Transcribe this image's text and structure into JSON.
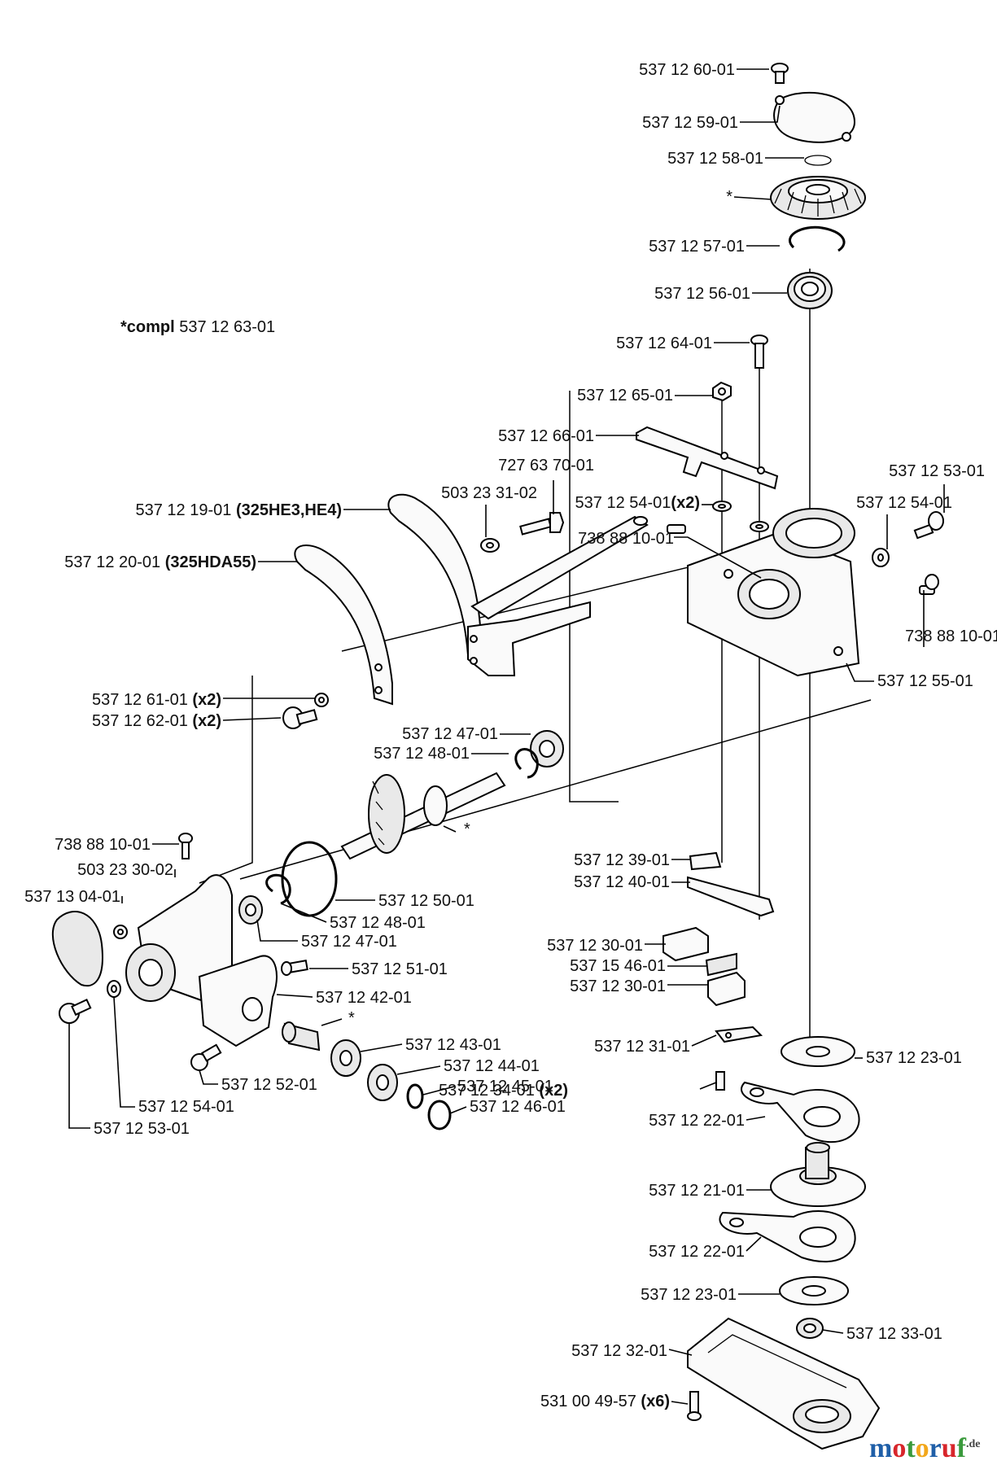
{
  "note": {
    "prefix": "*compl",
    "number": "537 12 63-01"
  },
  "labels": [
    {
      "id": "p01",
      "text": "537 12 60-01",
      "bold": ""
    },
    {
      "id": "p02",
      "text": "537 12 59-01",
      "bold": ""
    },
    {
      "id": "p03",
      "text": "537 12 58-01",
      "bold": ""
    },
    {
      "id": "p04",
      "text": "*",
      "bold": ""
    },
    {
      "id": "p05",
      "text": "537 12 57-01",
      "bold": ""
    },
    {
      "id": "p06",
      "text": "537 12 56-01",
      "bold": ""
    },
    {
      "id": "p07",
      "text": "537 12 64-01",
      "bold": ""
    },
    {
      "id": "p08",
      "text": "537 12 65-01",
      "bold": ""
    },
    {
      "id": "p09",
      "text": "537 12 66-01",
      "bold": ""
    },
    {
      "id": "p10",
      "text": "727 63 70-01",
      "bold": ""
    },
    {
      "id": "p11",
      "text": "503 23 31-02",
      "bold": ""
    },
    {
      "id": "p12",
      "text": "537 12 19-01 ",
      "bold": "(325HE3,HE4)"
    },
    {
      "id": "p13",
      "text": "537 12 54-01",
      "bold": "(x2)"
    },
    {
      "id": "p14",
      "text": "738 88 10-01",
      "bold": ""
    },
    {
      "id": "p15",
      "text": "537 12 53-01",
      "bold": ""
    },
    {
      "id": "p16",
      "text": "537 12 54-01",
      "bold": ""
    },
    {
      "id": "p17",
      "text": "537 12 20-01 ",
      "bold": "(325HDA55)"
    },
    {
      "id": "p18",
      "text": "738 88 10-01",
      "bold": ""
    },
    {
      "id": "p19",
      "text": "537 12 55-01",
      "bold": ""
    },
    {
      "id": "p20",
      "text": "537 12 61-01 ",
      "bold": "(x2)"
    },
    {
      "id": "p21",
      "text": "537 12 62-01 ",
      "bold": "(x2)"
    },
    {
      "id": "p22",
      "text": "537 12 47-01",
      "bold": ""
    },
    {
      "id": "p23",
      "text": "537 12 48-01",
      "bold": ""
    },
    {
      "id": "p24",
      "text": "*",
      "bold": ""
    },
    {
      "id": "p25",
      "text": "738 88 10-01",
      "bold": ""
    },
    {
      "id": "p26",
      "text": "503 23 30-02",
      "bold": ""
    },
    {
      "id": "p27",
      "text": "537 13 04-01",
      "bold": ""
    },
    {
      "id": "p28",
      "text": "537 12 39-01",
      "bold": ""
    },
    {
      "id": "p29",
      "text": "537 12 40-01",
      "bold": ""
    },
    {
      "id": "p30",
      "text": "537 12 50-01",
      "bold": ""
    },
    {
      "id": "p31",
      "text": "537 12 48-01",
      "bold": ""
    },
    {
      "id": "p32",
      "text": "537 12 47-01",
      "bold": ""
    },
    {
      "id": "p33",
      "text": "537 12 30-01",
      "bold": ""
    },
    {
      "id": "p34",
      "text": "537 15 46-01",
      "bold": ""
    },
    {
      "id": "p35",
      "text": "537 12 51-01",
      "bold": ""
    },
    {
      "id": "p36",
      "text": "537 12 30-01",
      "bold": ""
    },
    {
      "id": "p37",
      "text": "537 12 42-01",
      "bold": ""
    },
    {
      "id": "p38",
      "text": "*",
      "bold": ""
    },
    {
      "id": "p39",
      "text": "537 12 43-01",
      "bold": ""
    },
    {
      "id": "p40",
      "text": "537 12 31-01",
      "bold": ""
    },
    {
      "id": "p41",
      "text": "537 12 23-01",
      "bold": ""
    },
    {
      "id": "p42",
      "text": "537 12 44-01",
      "bold": ""
    },
    {
      "id": "p43",
      "text": "537 12 52-01",
      "bold": ""
    },
    {
      "id": "p44",
      "text": "537 12 45-01",
      "bold": ""
    },
    {
      "id": "p45",
      "text": "537 12 34-01 ",
      "bold": "(x2)"
    },
    {
      "id": "p46",
      "text": "537 12 54-01",
      "bold": ""
    },
    {
      "id": "p47",
      "text": "537 12 46-01",
      "bold": ""
    },
    {
      "id": "p48",
      "text": "537 12 22-01",
      "bold": ""
    },
    {
      "id": "p49",
      "text": "537 12 53-01",
      "bold": ""
    },
    {
      "id": "p50",
      "text": "537 12 21-01",
      "bold": ""
    },
    {
      "id": "p51",
      "text": "537 12 22-01",
      "bold": ""
    },
    {
      "id": "p52",
      "text": "537 12 23-01",
      "bold": ""
    },
    {
      "id": "p53",
      "text": "537 12 33-01",
      "bold": ""
    },
    {
      "id": "p54",
      "text": "537 12 32-01",
      "bold": ""
    },
    {
      "id": "p55",
      "text": "531 00 49-57 ",
      "bold": "(x6)"
    }
  ],
  "logo": {
    "letters": [
      "m",
      "o",
      "t",
      "o",
      "r",
      "u",
      "f"
    ],
    "colors": [
      "#1f5fa8",
      "#d8262b",
      "#3a9a3c",
      "#f2a71b",
      "#1f5fa8",
      "#d8262b",
      "#3a9a3c"
    ],
    "suffix": ".de"
  }
}
